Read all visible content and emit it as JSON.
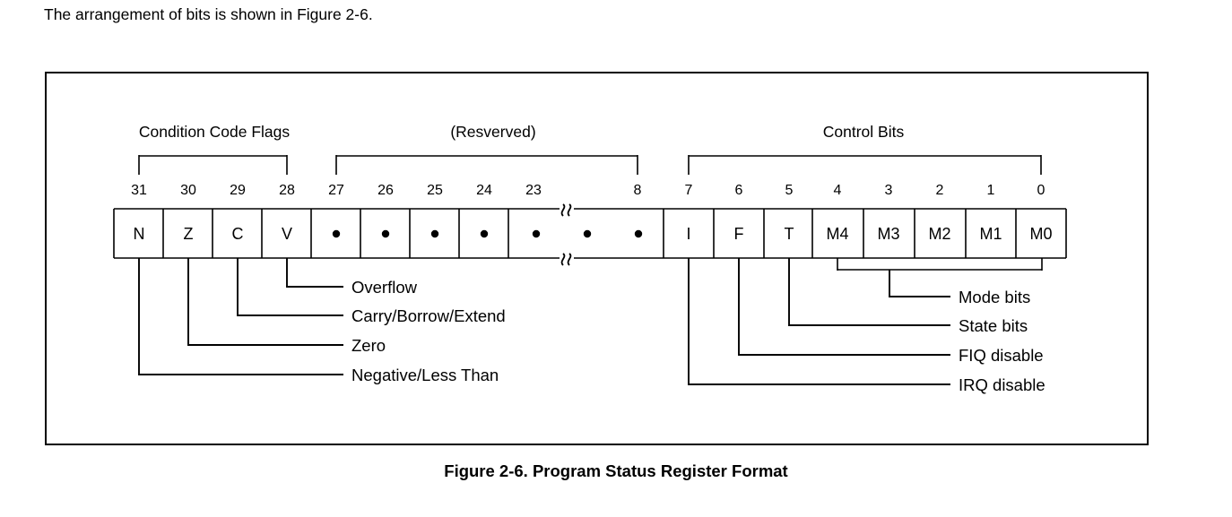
{
  "intro": {
    "text": "The arrangement of bits is shown in Figure 2-6."
  },
  "figure": {
    "caption": "Figure 2-6. Program Status Register Format",
    "groups": [
      {
        "label": "Condition Code Flags",
        "bit_high": 31,
        "bit_low": 28
      },
      {
        "label": "(Resverved)",
        "bit_high": 27,
        "bit_low": 8
      },
      {
        "label": "Control Bits",
        "bit_high": 7,
        "bit_low": 0
      }
    ],
    "bit_numbers": [
      "31",
      "30",
      "29",
      "28",
      "27",
      "26",
      "25",
      "24",
      "23",
      "8",
      "7",
      "6",
      "5",
      "4",
      "3",
      "2",
      "1",
      "0"
    ],
    "cells": [
      {
        "label": "N",
        "bit": "31",
        "kind": "flag"
      },
      {
        "label": "Z",
        "bit": "30",
        "kind": "flag"
      },
      {
        "label": "C",
        "bit": "29",
        "kind": "flag"
      },
      {
        "label": "V",
        "bit": "28",
        "kind": "flag"
      },
      {
        "label": "•",
        "bit": "27",
        "kind": "reserved"
      },
      {
        "label": "•",
        "bit": "26",
        "kind": "reserved"
      },
      {
        "label": "•",
        "bit": "25",
        "kind": "reserved"
      },
      {
        "label": "•",
        "bit": "24",
        "kind": "reserved"
      },
      {
        "label": "• • •",
        "bit": "23-8",
        "kind": "reserved-span"
      },
      {
        "label": "I",
        "bit": "7",
        "kind": "control"
      },
      {
        "label": "F",
        "bit": "6",
        "kind": "control"
      },
      {
        "label": "T",
        "bit": "5",
        "kind": "control"
      },
      {
        "label": "M4",
        "bit": "4",
        "kind": "mode"
      },
      {
        "label": "M3",
        "bit": "3",
        "kind": "mode"
      },
      {
        "label": "M2",
        "bit": "2",
        "kind": "mode"
      },
      {
        "label": "M1",
        "bit": "1",
        "kind": "mode"
      },
      {
        "label": "M0",
        "bit": "0",
        "kind": "mode"
      }
    ],
    "callouts_left": [
      {
        "label": "Overflow",
        "bit": "28",
        "cell": "V"
      },
      {
        "label": "Carry/Borrow/Extend",
        "bit": "29",
        "cell": "C"
      },
      {
        "label": "Zero",
        "bit": "30",
        "cell": "Z"
      },
      {
        "label": "Negative/Less Than",
        "bit": "31",
        "cell": "N"
      }
    ],
    "callouts_right": [
      {
        "label": "Mode bits",
        "bit": "4-0",
        "cell": "M4-M0"
      },
      {
        "label": "State bits",
        "bit": "5",
        "cell": "T"
      },
      {
        "label": "FIQ disable",
        "bit": "6",
        "cell": "F"
      },
      {
        "label": "IRQ disable",
        "bit": "7",
        "cell": "I"
      }
    ]
  },
  "colors": {
    "ink": "#000000",
    "paper": "#ffffff"
  }
}
